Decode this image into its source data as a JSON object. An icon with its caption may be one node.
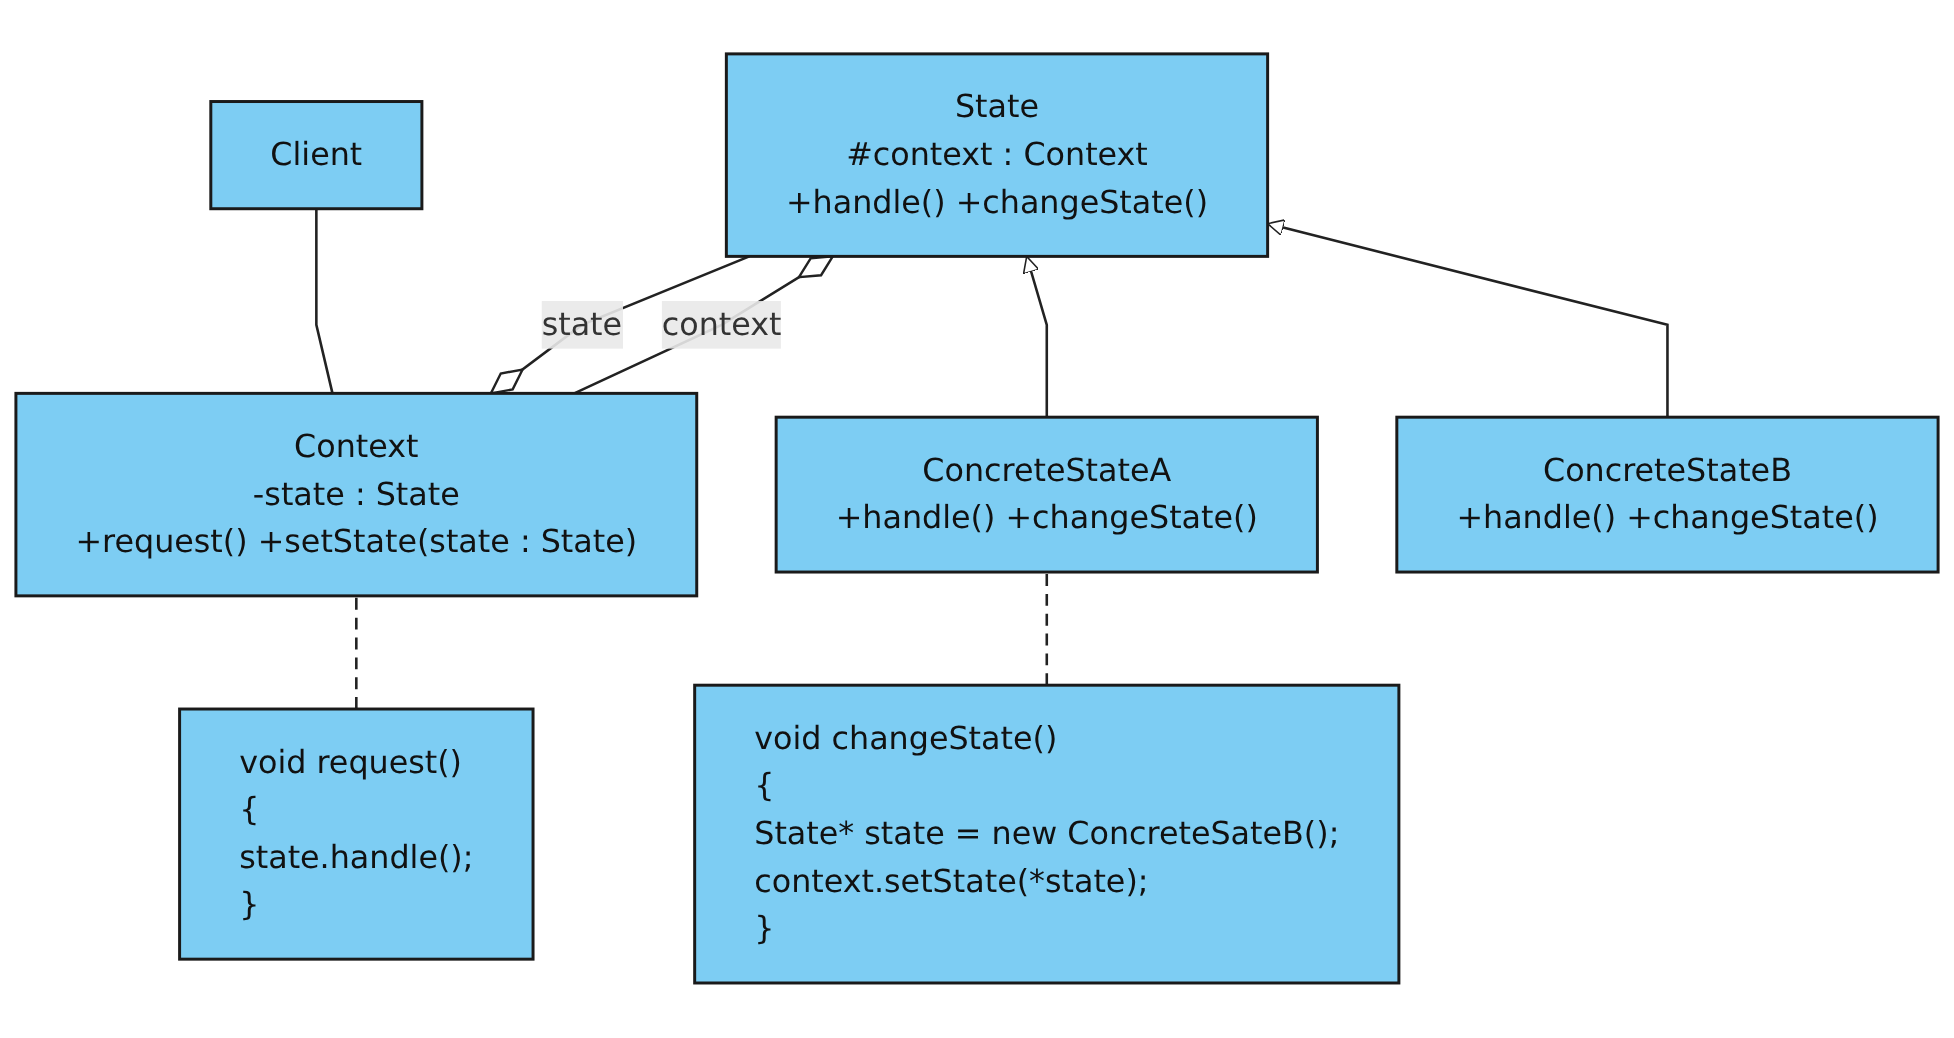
{
  "diagram": {
    "nodes": [
      {
        "text": [
          "Client"
        ]
      },
      {
        "text": [
          "Context",
          "-state : State",
          "+request() +setState(state : State)"
        ]
      },
      {
        "text": [
          "State",
          "#context : Context",
          "+handle() +changeState()"
        ]
      },
      {
        "text": [
          "ConcreteStateA",
          "+handle() +changeState()"
        ]
      },
      {
        "text": [
          "ConcreteStateB",
          "+handle() +changeState()"
        ]
      },
      {
        "text": [
          "void request()",
          "{",
          "state.handle();",
          "}"
        ]
      },
      {
        "text": [
          "void changeState()",
          "{",
          "State* state = new ConcreteSateB();",
          "context.setState(*state);",
          "}"
        ]
      }
    ],
    "edges": [
      {
        "from": 1,
        "to": 0,
        "arrow": "none"
      },
      {
        "from": 1,
        "to": 2,
        "arrow": "other",
        "label": "state"
      },
      {
        "from": 2,
        "to": 1,
        "arrow": "other",
        "label": "context"
      },
      {
        "from": 3,
        "to": 2,
        "arrow": "to"
      },
      {
        "from": 4,
        "to": 2,
        "arrow": "to"
      },
      {
        "from": 5,
        "to": 1,
        "arrow": "none",
        "style": "dashed"
      },
      {
        "from": 6,
        "to": 3,
        "arrow": "none",
        "style": "dashed"
      }
    ]
  }
}
